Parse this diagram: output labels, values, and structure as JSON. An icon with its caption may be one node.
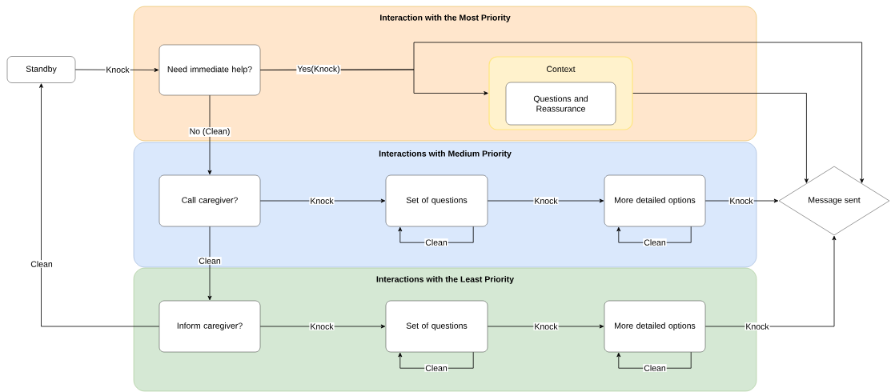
{
  "diagram": {
    "nodes": [
      {
        "text": [
          "Standby"
        ]
      },
      {
        "text": [
          "Interaction with the Most Priority"
        ]
      },
      {
        "text": [
          "Need immediate help?"
        ],
        "in": 1
      },
      {
        "text": [
          "Context"
        ],
        "in": 1
      },
      {
        "text": [
          "Questions and Reassurance"
        ],
        "in": 3
      },
      {
        "text": [
          "Interactions with Medium Priority"
        ]
      },
      {
        "text": [
          "Call caregiver?"
        ],
        "in": 5
      },
      {
        "text": [
          "Set of questions"
        ],
        "in": 5
      },
      {
        "text": [
          "More detailed options"
        ],
        "in": 5
      },
      {
        "text": [
          "Message sent"
        ]
      },
      {
        "text": [
          "Interactions with the Least Priority"
        ]
      },
      {
        "text": [
          "Inform caregiver?"
        ],
        "in": 10
      },
      {
        "text": [
          "Set of questions"
        ],
        "in": 10
      },
      {
        "text": [
          "More detailed options"
        ],
        "in": 10
      }
    ],
    "edges": [
      {
        "from": 0,
        "to": 2,
        "arrow": "to",
        "label": "Knock"
      },
      {
        "from": 2,
        "to": 9,
        "arrow": "to",
        "label": "Yes(Knock)"
      },
      {
        "from": 2,
        "to": 3,
        "arrow": "to"
      },
      {
        "from": 3,
        "to": 9,
        "arrow": "to"
      },
      {
        "from": 2,
        "to": 6,
        "arrow": "to",
        "label": "No (Clean)"
      },
      {
        "from": 6,
        "to": 7,
        "arrow": "to",
        "label": "Knock"
      },
      {
        "from": 7,
        "to": 8,
        "arrow": "to",
        "label": "Knock"
      },
      {
        "from": 8,
        "to": 9,
        "arrow": "to",
        "label": "Knock"
      },
      {
        "from": 7,
        "to": 7,
        "arrow": "to",
        "label": "Clean"
      },
      {
        "from": 8,
        "to": 8,
        "arrow": "to",
        "label": "Clean"
      },
      {
        "from": 6,
        "to": 11,
        "arrow": "to",
        "label": "Clean"
      },
      {
        "from": 11,
        "to": 12,
        "arrow": "to",
        "label": "Knock"
      },
      {
        "from": 12,
        "to": 13,
        "arrow": "to",
        "label": "Knock"
      },
      {
        "from": 13,
        "to": 9,
        "arrow": "to",
        "label": "Knock"
      },
      {
        "from": 12,
        "to": 12,
        "arrow": "to",
        "label": "Clean"
      },
      {
        "from": 13,
        "to": 13,
        "arrow": "to",
        "label": "Clean"
      },
      {
        "from": 11,
        "to": 0,
        "arrow": "to",
        "label": "Clean"
      }
    ]
  }
}
